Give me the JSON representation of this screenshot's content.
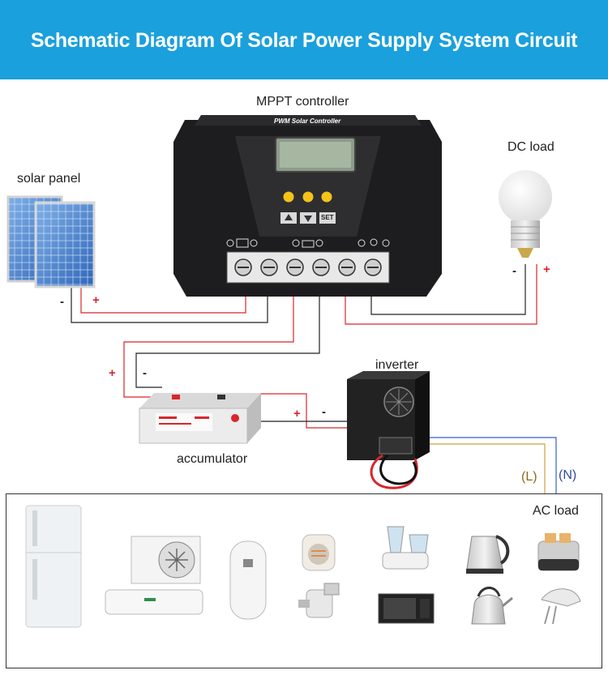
{
  "title": "Schematic Diagram Of Solar Power Supply System Circuit",
  "labels": {
    "mppt": "MPPT controller",
    "controller_brand": "PWM Solar Controller",
    "set_key": "SET",
    "solar_panel": "solar panel",
    "dc_load": "DC load",
    "inverter": "inverter",
    "accumulator": "accumulator",
    "ac_load": "AC load",
    "live": "(L)",
    "neutral": "(N)"
  },
  "signs": {
    "plus": "+",
    "minus": "-"
  },
  "colors": {
    "banner": "#1aa0dc",
    "positive_wire": "#d8262c",
    "negative_wire": "#222222",
    "live_wire": "#c9a23a",
    "neutral_wire": "#3a5fc8"
  },
  "appliances": [
    "refrigerator-icon",
    "air-conditioner-icon",
    "water-heater-icon",
    "fan-heater-icon",
    "meat-grinder-icon",
    "juicer-icon",
    "microwave-icon",
    "electric-kettle-icon",
    "kettle-icon",
    "toaster-icon",
    "hand-mixer-icon"
  ]
}
